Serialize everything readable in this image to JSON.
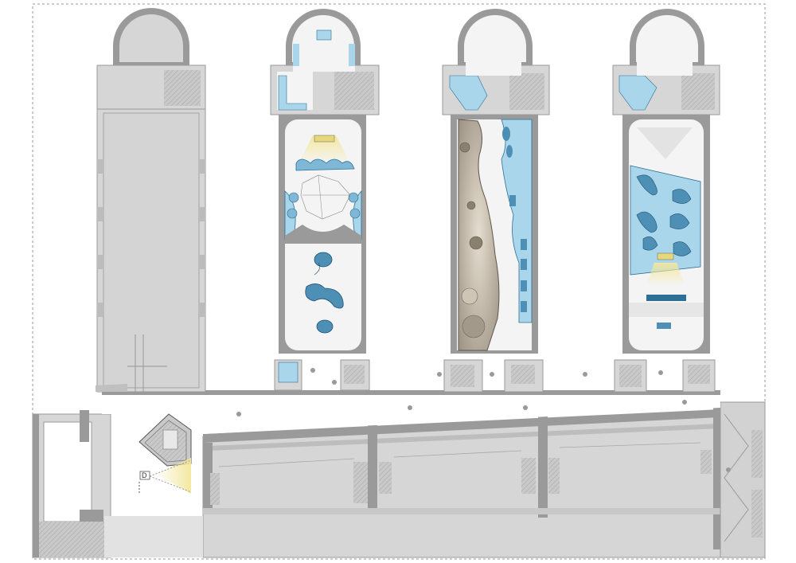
{
  "drawing": {
    "type": "architectural floor plan",
    "marker_letter": "D",
    "colors": {
      "background": "#ffffff",
      "wall": "#9a9a9a",
      "floor_grey": "#d6d6d6",
      "corridor_light": "#f4f4f4",
      "exhibit_blue": "#a9d6ea",
      "exhibit_blue_dark": "#2d6f95",
      "sand": "#b8ad9a",
      "sand_dark": "#6f665a",
      "light_yellow": "#f3e79b",
      "border_dash": "#9a9a9a"
    },
    "rooms": [
      {
        "id": "wing-1",
        "state": "empty"
      },
      {
        "id": "wing-2",
        "state": "blob exhibit"
      },
      {
        "id": "wing-3",
        "state": "sand path exhibit"
      },
      {
        "id": "wing-4",
        "state": "wave exhibit"
      },
      {
        "id": "basement-hall",
        "state": "grey"
      }
    ]
  }
}
